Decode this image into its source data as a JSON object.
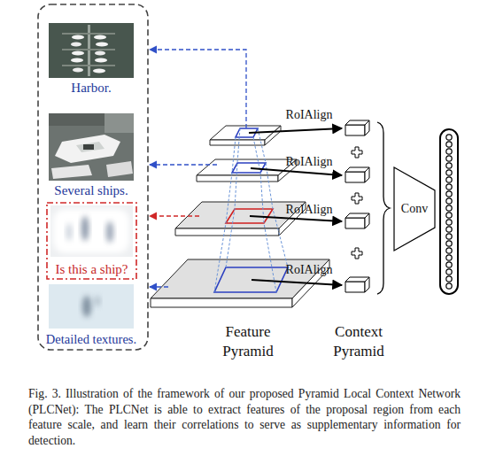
{
  "diagram": {
    "caption": "Fig. 3. Illustration of the framework of our proposed Pyramid Local Context Network (PLCNet): The PLCNet is able to extract features of the proposal region from each feature scale, and learn their correlations to serve as supplementary information for detection.",
    "nodes": [
      {
        "text": [
          "Harbor."
        ]
      },
      {
        "text": [
          "Several ships."
        ]
      },
      {
        "text": [
          "Is this a ship?"
        ]
      },
      {
        "text": [
          "Detailed textures."
        ]
      },
      {
        "text": [
          "Conv"
        ]
      }
    ],
    "labels": [
      "RoIAlign",
      "RoIAlign",
      "RoIAlign",
      "RoIAlign",
      "Feature Pyramid",
      "Context Pyramid"
    ]
  }
}
